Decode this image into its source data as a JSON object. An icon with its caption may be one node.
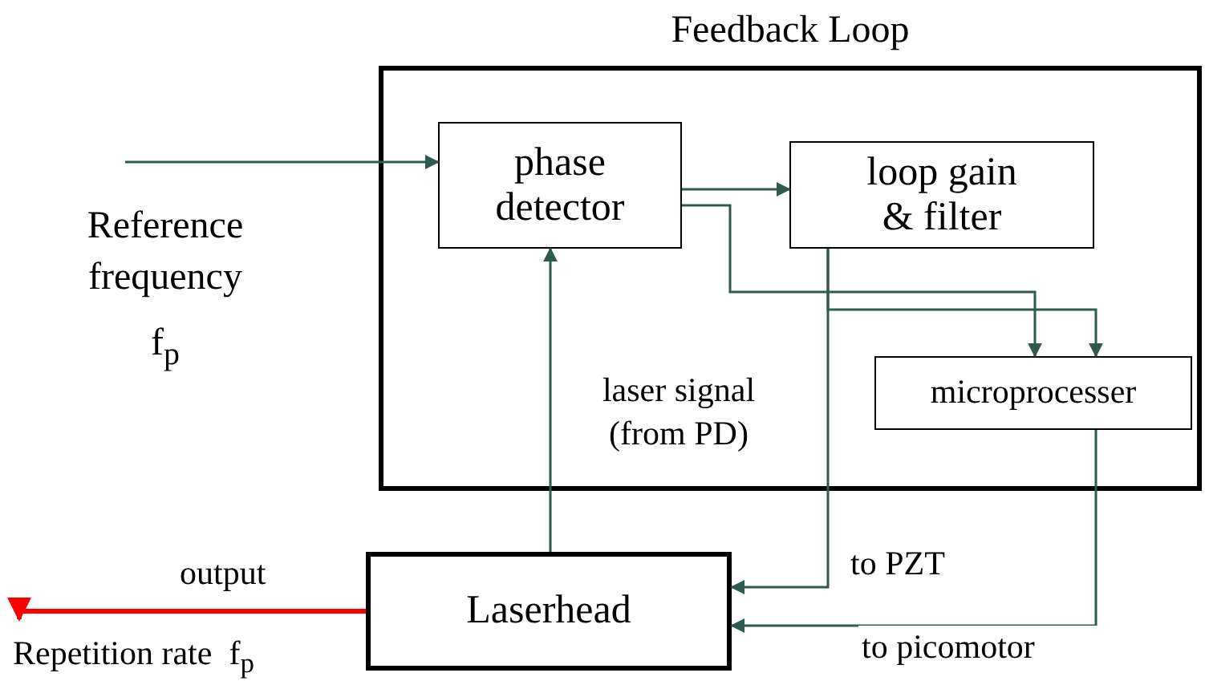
{
  "diagram": {
    "nodes": [
      {
        "text": [
          "Feedback Loop"
        ]
      },
      {
        "text": [
          "phase detector"
        ],
        "in": 0
      },
      {
        "text": [
          "loop gain & filter"
        ],
        "in": 0
      },
      {
        "text": [
          "microprocesser"
        ],
        "in": 0
      },
      {
        "text": [
          "Reference frequency",
          "f$_{p}$"
        ]
      },
      {
        "text": [
          "Laserhead"
        ]
      },
      {
        "text": [
          "Repetition rate  f$_{p}$"
        ]
      }
    ],
    "edges": [
      {
        "from": 4,
        "to": 1,
        "arrow": "to"
      },
      {
        "from": 1,
        "to": 2,
        "arrow": "to"
      },
      {
        "from": 1,
        "to": 3,
        "arrow": "to"
      },
      {
        "from": 2,
        "to": 3,
        "arrow": "to"
      },
      {
        "from": 2,
        "to": 5,
        "arrow": "to",
        "label": "to PZT"
      },
      {
        "from": 3,
        "to": 5,
        "arrow": "to",
        "label": "to picomotor"
      },
      {
        "from": 5,
        "to": 1,
        "arrow": "to",
        "label": "laser signal (from PD)"
      },
      {
        "from": 5,
        "to": 6,
        "arrow": "to",
        "label": "output",
        "style": "thick",
        "color": "#ff0000"
      }
    ]
  }
}
